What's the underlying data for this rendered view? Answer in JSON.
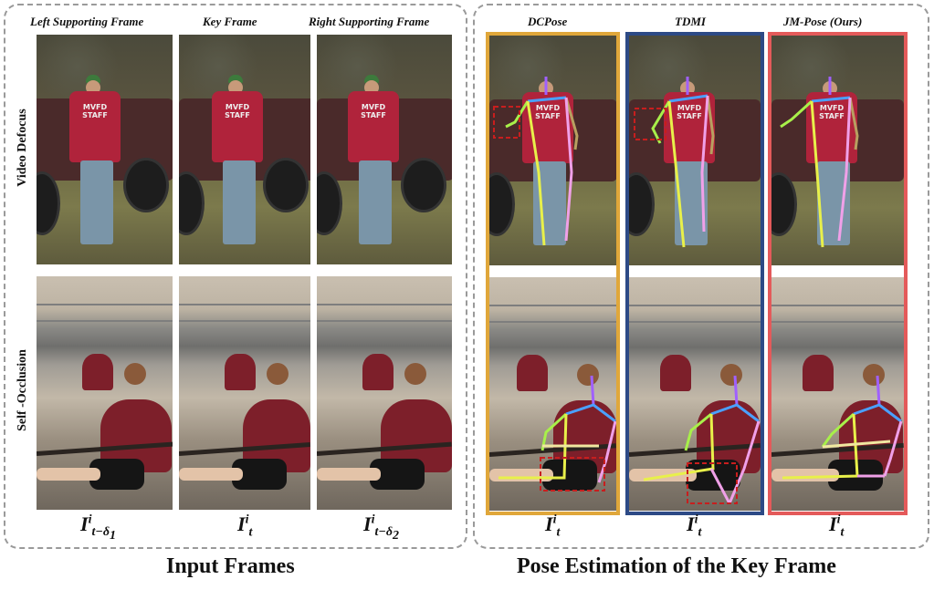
{
  "input_panel": {
    "columns": [
      "Left Supporting Frame",
      "Key Frame",
      "Right Supporting Frame"
    ],
    "rows": [
      "Video Defocus",
      "Self -Occlusion"
    ],
    "shirt_text": [
      "MVFD",
      "STAFF"
    ],
    "frame_symbols": [
      {
        "base": "I",
        "sup": "i",
        "sub": "t−δ",
        "subsub": "1"
      },
      {
        "base": "I",
        "sup": "i",
        "sub": "t",
        "subsub": ""
      },
      {
        "base": "I",
        "sup": "i",
        "sub": "t−δ",
        "subsub": "2"
      }
    ],
    "caption": "Input Frames"
  },
  "output_panel": {
    "columns": [
      "DCPose",
      "TDMI",
      "JM-Pose (Ours)"
    ],
    "frame_symbol": {
      "base": "I",
      "sup": "i",
      "sub": "t"
    },
    "caption": "Pose Estimation of the Key Frame",
    "box_colors": [
      "#e0a73a",
      "#2d4a86",
      "#e45a5a"
    ]
  },
  "colors": {
    "error_box": "#c81e1e",
    "skeleton_left": "#e8f04a",
    "skeleton_right": "#f0a0e8",
    "skeleton_head": "#a060ff",
    "skeleton_shoulder": "#4aa0ff",
    "skeleton_arm": "#a8f04a"
  }
}
